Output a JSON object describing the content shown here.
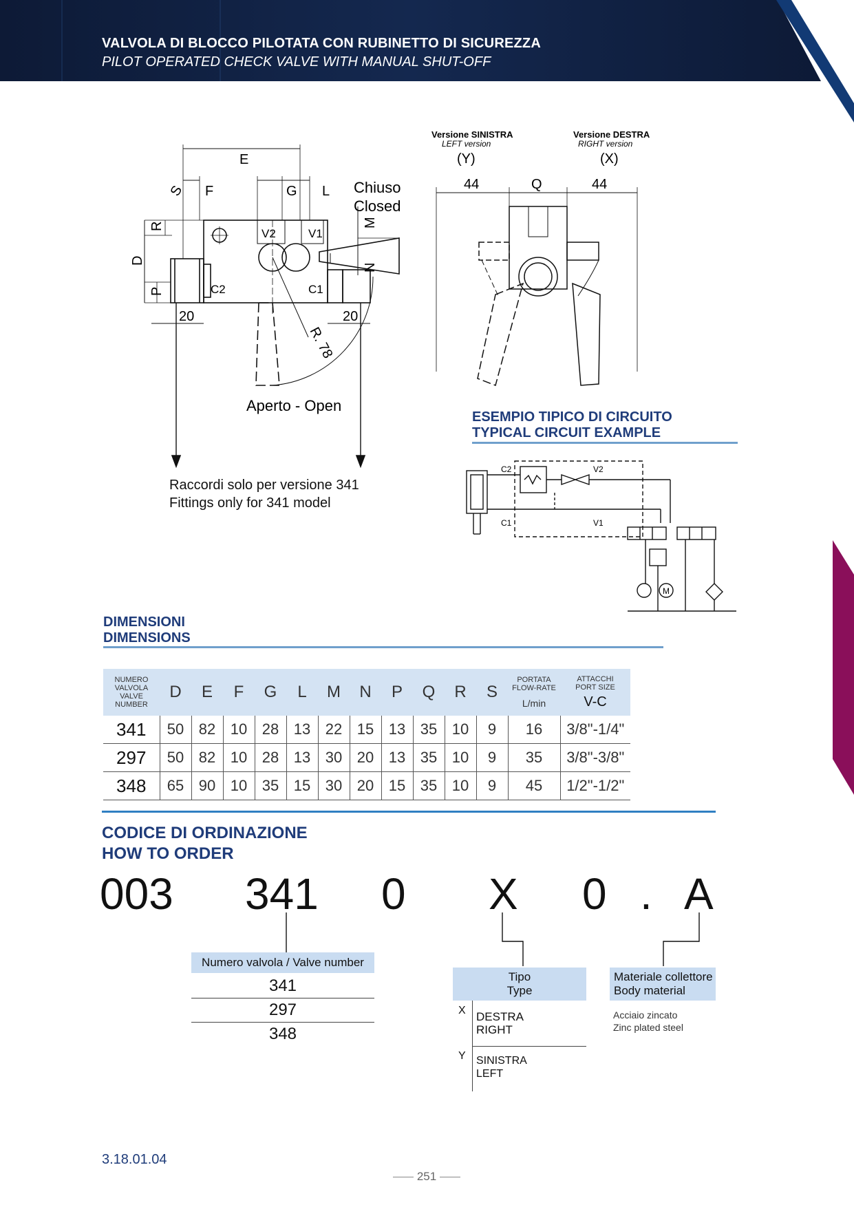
{
  "header": {
    "title_it": "VALVOLA DI BLOCCO PILOTATA CON RUBINETTO DI SICUREZZA",
    "title_en": "PILOT OPERATED CHECK VALVE WITH MANUAL SHUT-OFF"
  },
  "drawing": {
    "labels": {
      "E": "E",
      "F": "F",
      "G": "G",
      "L": "L",
      "S": "S",
      "R": "R",
      "D": "D",
      "P": "P",
      "M": "M",
      "N": "N",
      "V2": "V2",
      "V1": "V1",
      "C2": "C2",
      "C1": "C1",
      "dim_20_left": "20",
      "dim_20_right": "20",
      "radius": "R. 78"
    },
    "closed_it": "Chiuso",
    "closed_en": "Closed",
    "open": "Aperto - Open",
    "fittings_it": "Raccordi solo per versione 341",
    "fittings_en": "Fittings only for 341 model",
    "left_version_it": "Versione  SINISTRA",
    "left_version_en": "LEFT  version",
    "left_code": "(Y)",
    "right_version_it": "Versione  DESTRA",
    "right_version_en": "RIGHT  version",
    "right_code": "(X)",
    "dim_44_left": "44",
    "dim_Q": "Q",
    "dim_44_right": "44"
  },
  "circuit": {
    "title_it": "ESEMPIO TIPICO DI CIRCUITO",
    "title_en": "TYPICAL CIRCUIT EXAMPLE",
    "port_C2": "C2",
    "port_V2": "V2",
    "port_C1": "C1",
    "port_V1": "V1",
    "motor": "M"
  },
  "dimensions": {
    "title_it": "DIMENSIONI",
    "title_en": "DIMENSIONS",
    "header_valve": [
      "NUMERO",
      "VALVOLA",
      "VALVE",
      "NUMBER"
    ],
    "header_letters": [
      "D",
      "E",
      "F",
      "G",
      "L",
      "M",
      "N",
      "P",
      "Q",
      "R",
      "S"
    ],
    "header_flow": [
      "PORTATA",
      "FLOW-RATE",
      "L/min"
    ],
    "header_port": [
      "ATTACCHI",
      "PORT SIZE",
      "V-C"
    ],
    "rows": [
      {
        "valve": "341",
        "values": [
          "50",
          "82",
          "10",
          "28",
          "13",
          "22",
          "15",
          "13",
          "35",
          "10",
          "9"
        ],
        "flow": "16",
        "port": "3/8\"-1/4\""
      },
      {
        "valve": "297",
        "values": [
          "50",
          "82",
          "10",
          "28",
          "13",
          "30",
          "20",
          "13",
          "35",
          "10",
          "9"
        ],
        "flow": "35",
        "port": "3/8\"-3/8\""
      },
      {
        "valve": "348",
        "values": [
          "65",
          "90",
          "10",
          "35",
          "15",
          "30",
          "20",
          "15",
          "35",
          "10",
          "9"
        ],
        "flow": "45",
        "port": "1/2\"-1/2\""
      }
    ]
  },
  "order": {
    "title_it": "CODICE DI ORDINAZIONE",
    "title_en": "HOW TO ORDER",
    "code": [
      "003",
      "341",
      "0",
      "X",
      "0",
      ".",
      "A"
    ],
    "valve_header": "Numero valvola / Valve number",
    "valve_options": [
      "341",
      "297",
      "348"
    ],
    "type_header_it": "Tipo",
    "type_header_en": "Type",
    "type_x_code": "X",
    "type_x_it": "DESTRA",
    "type_x_en": "RIGHT",
    "type_y_code": "Y",
    "type_y_it": "SINISTRA",
    "type_y_en": "LEFT",
    "material_header_it": "Materiale collettore",
    "material_header_en": "Body material",
    "material_it": "Acciaio  zincato",
    "material_en": "Zinc plated steel"
  },
  "footer": {
    "doc_code": "3.18.01.04",
    "page_number": "251"
  },
  "colors": {
    "header_bg": "#0f1d3d",
    "header_accent": "#1a4f8c",
    "section_title": "#1f3c7a",
    "rule": "#6f9fcc",
    "table_header_bg": "#d4e3f3",
    "side_tab": "#8a0f5a"
  }
}
